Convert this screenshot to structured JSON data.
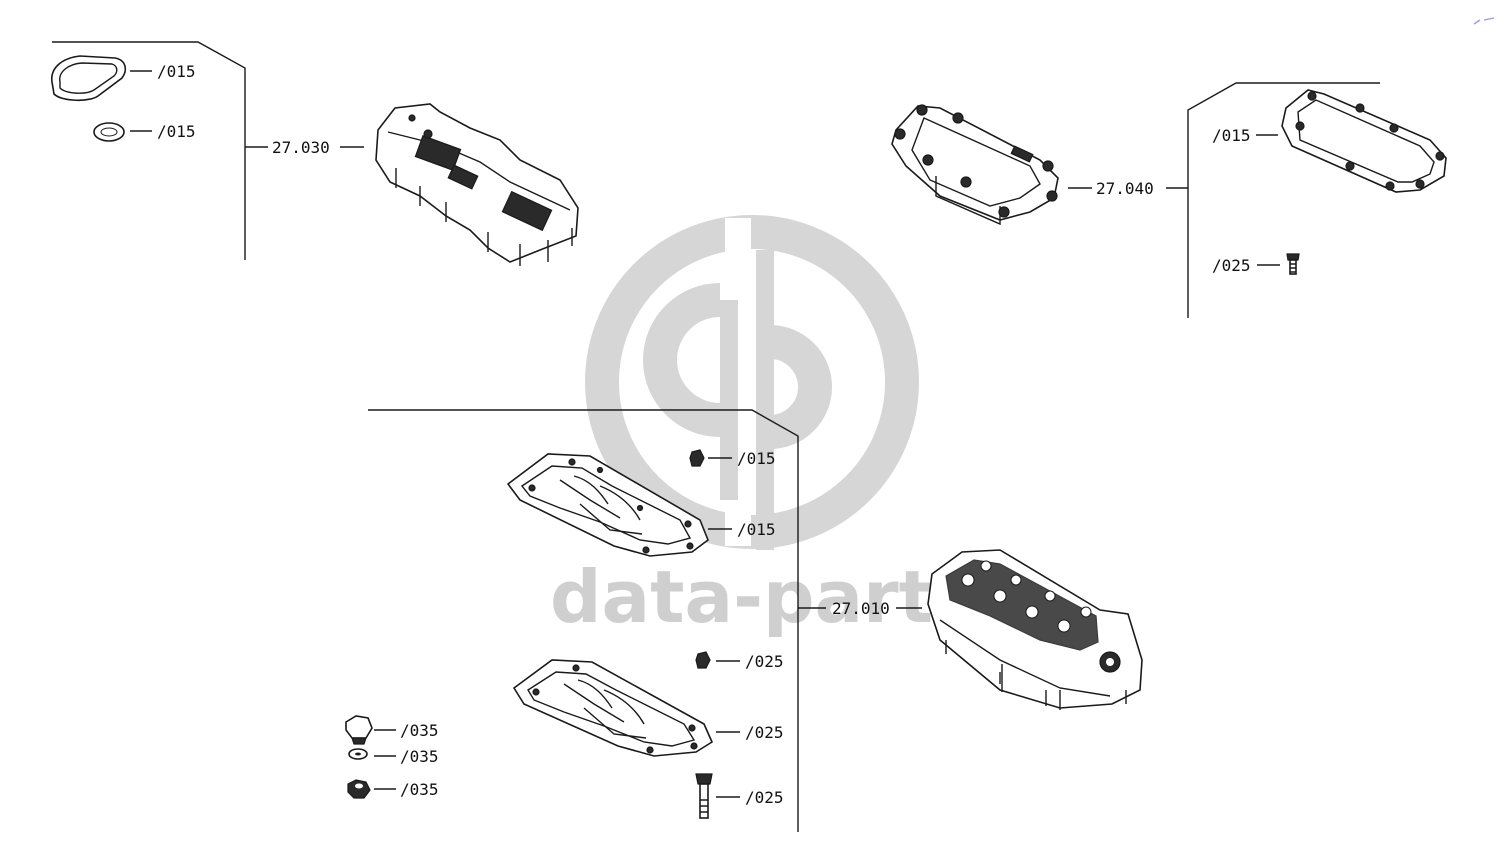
{
  "watermark": {
    "text": "data-parts",
    "color": "#cfcfcf"
  },
  "assemblies": {
    "a27030": {
      "number": "27.030",
      "items": [
        {
          "label": "/015",
          "icon": "gasket-ring-icon"
        },
        {
          "label": "/015",
          "icon": "o-ring-icon"
        }
      ]
    },
    "a27040": {
      "number": "27.040",
      "items": [
        {
          "label": "/015",
          "icon": "cover-gasket-icon"
        },
        {
          "label": "/025",
          "icon": "screw-icon"
        }
      ]
    },
    "a27010": {
      "number": "27.010",
      "items": [
        {
          "label": "/015",
          "icon": "plug-icon"
        },
        {
          "label": "/015",
          "icon": "plate-gasket-icon"
        },
        {
          "label": "/025",
          "icon": "plug-icon"
        },
        {
          "label": "/025",
          "icon": "plate-gasket-icon"
        },
        {
          "label": "/025",
          "icon": "bolt-icon"
        }
      ]
    },
    "loose": {
      "items": [
        {
          "label": "/035",
          "icon": "cap-icon"
        },
        {
          "label": "/035",
          "icon": "washer-icon"
        },
        {
          "label": "/035",
          "icon": "nut-icon"
        }
      ]
    }
  },
  "colors": {
    "line": "#1a1a1a",
    "watermark": "#cfcfcf",
    "background": "#ffffff"
  }
}
